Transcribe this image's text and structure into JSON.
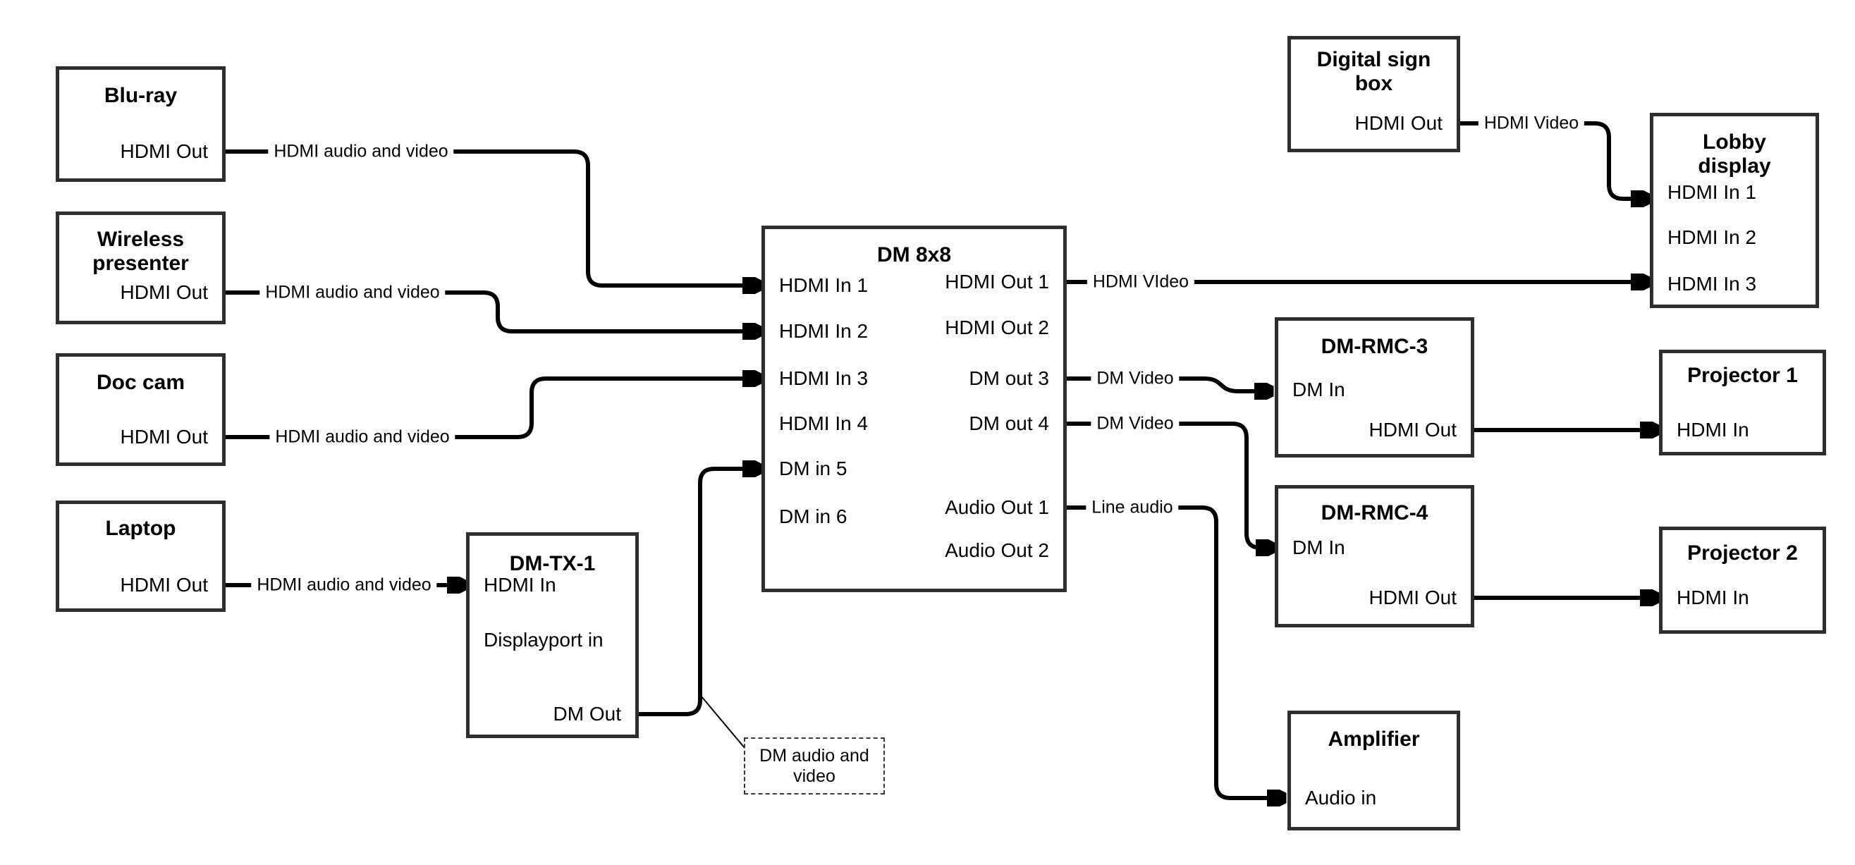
{
  "nodes": {
    "bluray": {
      "title": "Blu-ray",
      "ports": {
        "out": "HDMI Out"
      }
    },
    "wireless": {
      "title_line1": "Wireless",
      "title_line2": "presenter",
      "ports": {
        "out": "HDMI Out"
      }
    },
    "doccam": {
      "title": "Doc cam",
      "ports": {
        "out": "HDMI Out"
      }
    },
    "laptop": {
      "title": "Laptop",
      "ports": {
        "out": "HDMI Out"
      }
    },
    "dmtx1": {
      "title": "DM-TX-1",
      "ports": {
        "hdmi_in": "HDMI In",
        "dp_in": "Displayport in",
        "dm_out": "DM Out"
      }
    },
    "dm8x8": {
      "title": "DM 8x8",
      "ports_left": [
        "HDMI In 1",
        "HDMI In 2",
        "HDMI In 3",
        "HDMI In 4",
        "DM in 5",
        "DM in 6"
      ],
      "ports_right": [
        "HDMI Out 1",
        "HDMI Out 2",
        "DM out 3",
        "DM out 4",
        "Audio Out 1",
        "Audio Out 2"
      ]
    },
    "digisign": {
      "title_line1": "Digital sign",
      "title_line2": "box",
      "ports": {
        "out": "HDMI Out"
      }
    },
    "lobby": {
      "title_line1": "Lobby",
      "title_line2": "display",
      "ports": [
        "HDMI In 1",
        "HDMI In 2",
        "HDMI In 3"
      ]
    },
    "rmc3": {
      "title": "DM-RMC-3",
      "ports": {
        "in": "DM In",
        "out": "HDMI Out"
      }
    },
    "rmc4": {
      "title": "DM-RMC-4",
      "ports": {
        "in": "DM In",
        "out": "HDMI Out"
      }
    },
    "proj1": {
      "title": "Projector 1",
      "ports": {
        "in": "HDMI In"
      }
    },
    "proj2": {
      "title": "Projector 2",
      "ports": {
        "in": "HDMI In"
      }
    },
    "amp": {
      "title": "Amplifier",
      "ports": {
        "in": "Audio in"
      }
    }
  },
  "connection_labels": {
    "bluray_dm8x8": "HDMI audio and video",
    "wireless_dm8x8": "HDMI audio and video",
    "doccam_dm8x8": "HDMI audio and video",
    "laptop_dmtx1": "HDMI audio and video",
    "out1_lobby": "HDMI VIdeo",
    "out3_rmc3": "DM Video",
    "out4_rmc4": "DM Video",
    "audio1_amp": "Line audio",
    "digisign_lobby": "HDMI Video"
  },
  "note": {
    "line1": "DM audio and",
    "line2": "video"
  },
  "colors": {
    "wire": "#000000",
    "box_border": "#2e2e2e",
    "text": "#000000",
    "background": "#ffffff"
  }
}
